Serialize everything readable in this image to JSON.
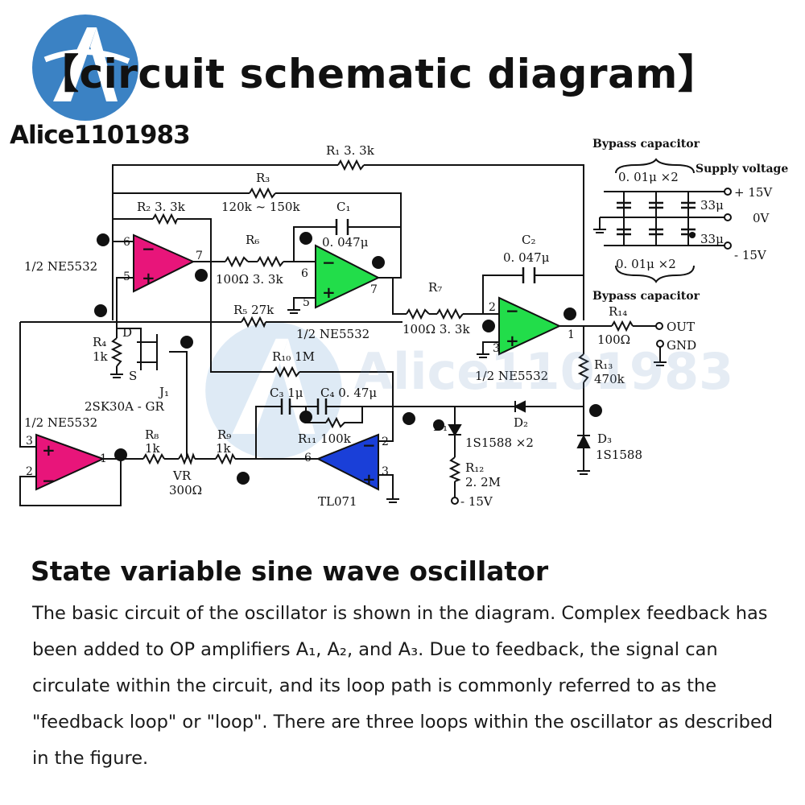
{
  "header": {
    "title": "【circuit schematic diagram】",
    "brand": "Alice1101983",
    "watermark": "Alice1101983"
  },
  "schematic": {
    "labels": {
      "r1": "R₁ 3. 3k",
      "r3": "R₃",
      "r3_val": "120k ~ 150k",
      "r2": "R₂ 3. 3k",
      "c1": "C₁",
      "c1_val": "0. 047μ",
      "r6": "R₆",
      "r6_val": "100Ω 3. 3k",
      "c2": "C₂",
      "c2_val": "0. 047μ",
      "r7": "R₇",
      "r7_val": "100Ω 3. 3k",
      "r5": "R₅ 27k",
      "r4": "R₄",
      "r4_val": "1k",
      "r10": "R₁₀ 1M",
      "c3": "C₃ 1μ",
      "c4": "C₄ 0. 47μ",
      "r11": "R₁₁ 100k",
      "r8": "R₈",
      "r8_val": "1k",
      "r9": "R₉",
      "r9_val": "1k",
      "vr": "VR",
      "vr_val": "300Ω",
      "j1": "J₁",
      "jfet_part": "2SK30A - GR",
      "d_pin": "D",
      "s_pin": "S",
      "r14": "R₁₄",
      "r14_val": "100Ω",
      "r13": "R₁₃",
      "r13_val": "470k",
      "d1": "D₁",
      "d2": "D₂",
      "d1d2_part": "1S1588 ×2",
      "d3": "D₃",
      "d3_part": "1S1588",
      "r12": "R₁₂",
      "r12_val": "2. 2M",
      "neg15_bottom": "- 15V",
      "out": "OUT",
      "gnd": "GND",
      "bypass_top": "Bypass capacitor",
      "bypass_bottom": "Bypass capacitor",
      "supply": "Supply voltage",
      "cap_top": "0. 01μ ×2",
      "cap_bottom": "0. 01μ ×2",
      "c33_top": "33μ",
      "c33_bottom": "33μ",
      "pos15": "+ 15V",
      "zero_v": "0V",
      "neg15": "- 15V",
      "op1": "1/2 NE5532",
      "op2": "1/2 NE5532",
      "op3": "1/2 NE5532",
      "op4": "1/2 NE5532",
      "op5": "TL071",
      "p6a": "6",
      "p5a": "5",
      "p7a": "7",
      "p6b": "6",
      "p5b": "5",
      "p7b": "7",
      "p2c": "2",
      "p3c": "3",
      "p1c": "1",
      "p3d": "3",
      "p2d": "2",
      "p1d": "1",
      "p2e": "2",
      "p6e": "6",
      "p3e": "3"
    }
  },
  "section": {
    "subtitle": "State variable sine wave oscillator",
    "description": "The basic circuit of the oscillator is shown in the diagram. Complex feedback has been added to OP amplifiers A₁, A₂, and A₃. Due to feedback, the signal can circulate within the circuit, and its loop path is commonly referred to as the \"feedback loop\" or \"loop\". There are three loops within the oscillator as described in the figure."
  },
  "colors": {
    "opamp_pink": "#e8157a",
    "opamp_green": "#22dd4a",
    "opamp_blue": "#1a3fd8",
    "logo_blue": "#3b82c4"
  }
}
